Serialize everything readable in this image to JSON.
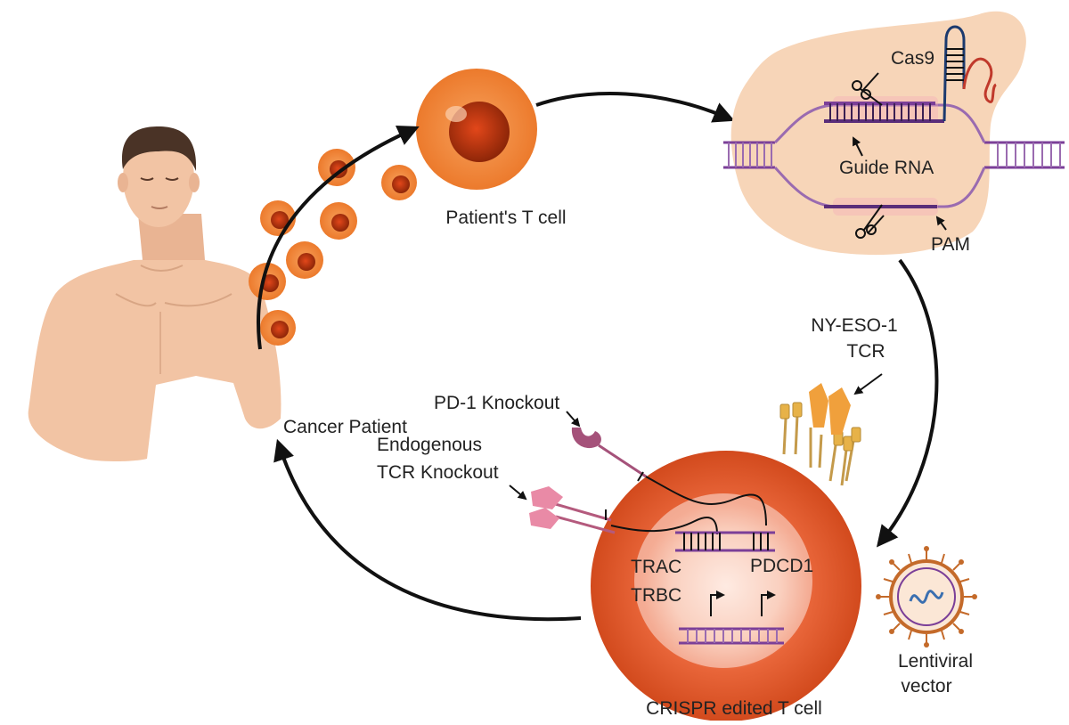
{
  "labels": {
    "patient_t_cell": "Patient's T cell",
    "cas9": "Cas9",
    "guide_rna": "Guide RNA",
    "pam": "PAM",
    "ny_eso_line1": "NY-ESO-1",
    "ny_eso_line2": "TCR",
    "pd1_knockout": "PD-1 Knockout",
    "endogenous_line1": "Endogenous",
    "endogenous_line2": "TCR Knockout",
    "cancer_patient": "Cancer Patient",
    "trac": "TRAC",
    "trbc": "TRBC",
    "pdcd1": "PDCD1",
    "lentiviral_line1": "Lentiviral",
    "lentiviral_line2": "vector",
    "crispr_cell": "CRISPR edited T cell"
  },
  "colors": {
    "skin": "#f2c4a4",
    "skin_shade": "#e3a988",
    "hair": "#4a3326",
    "cell_orange": "#f08a3c",
    "cell_core": "#b8360f",
    "nucleus_blob": "#f7d5b8",
    "dna_purple": "#7b3f98",
    "dna_rung": "#9a6bb0",
    "arrow": "#111111",
    "tcr_orange": "#f0a03c",
    "receptor_pink": "#e98aa6",
    "pd1_mauve": "#a5527a",
    "virus_ring": "#c46a2a"
  }
}
